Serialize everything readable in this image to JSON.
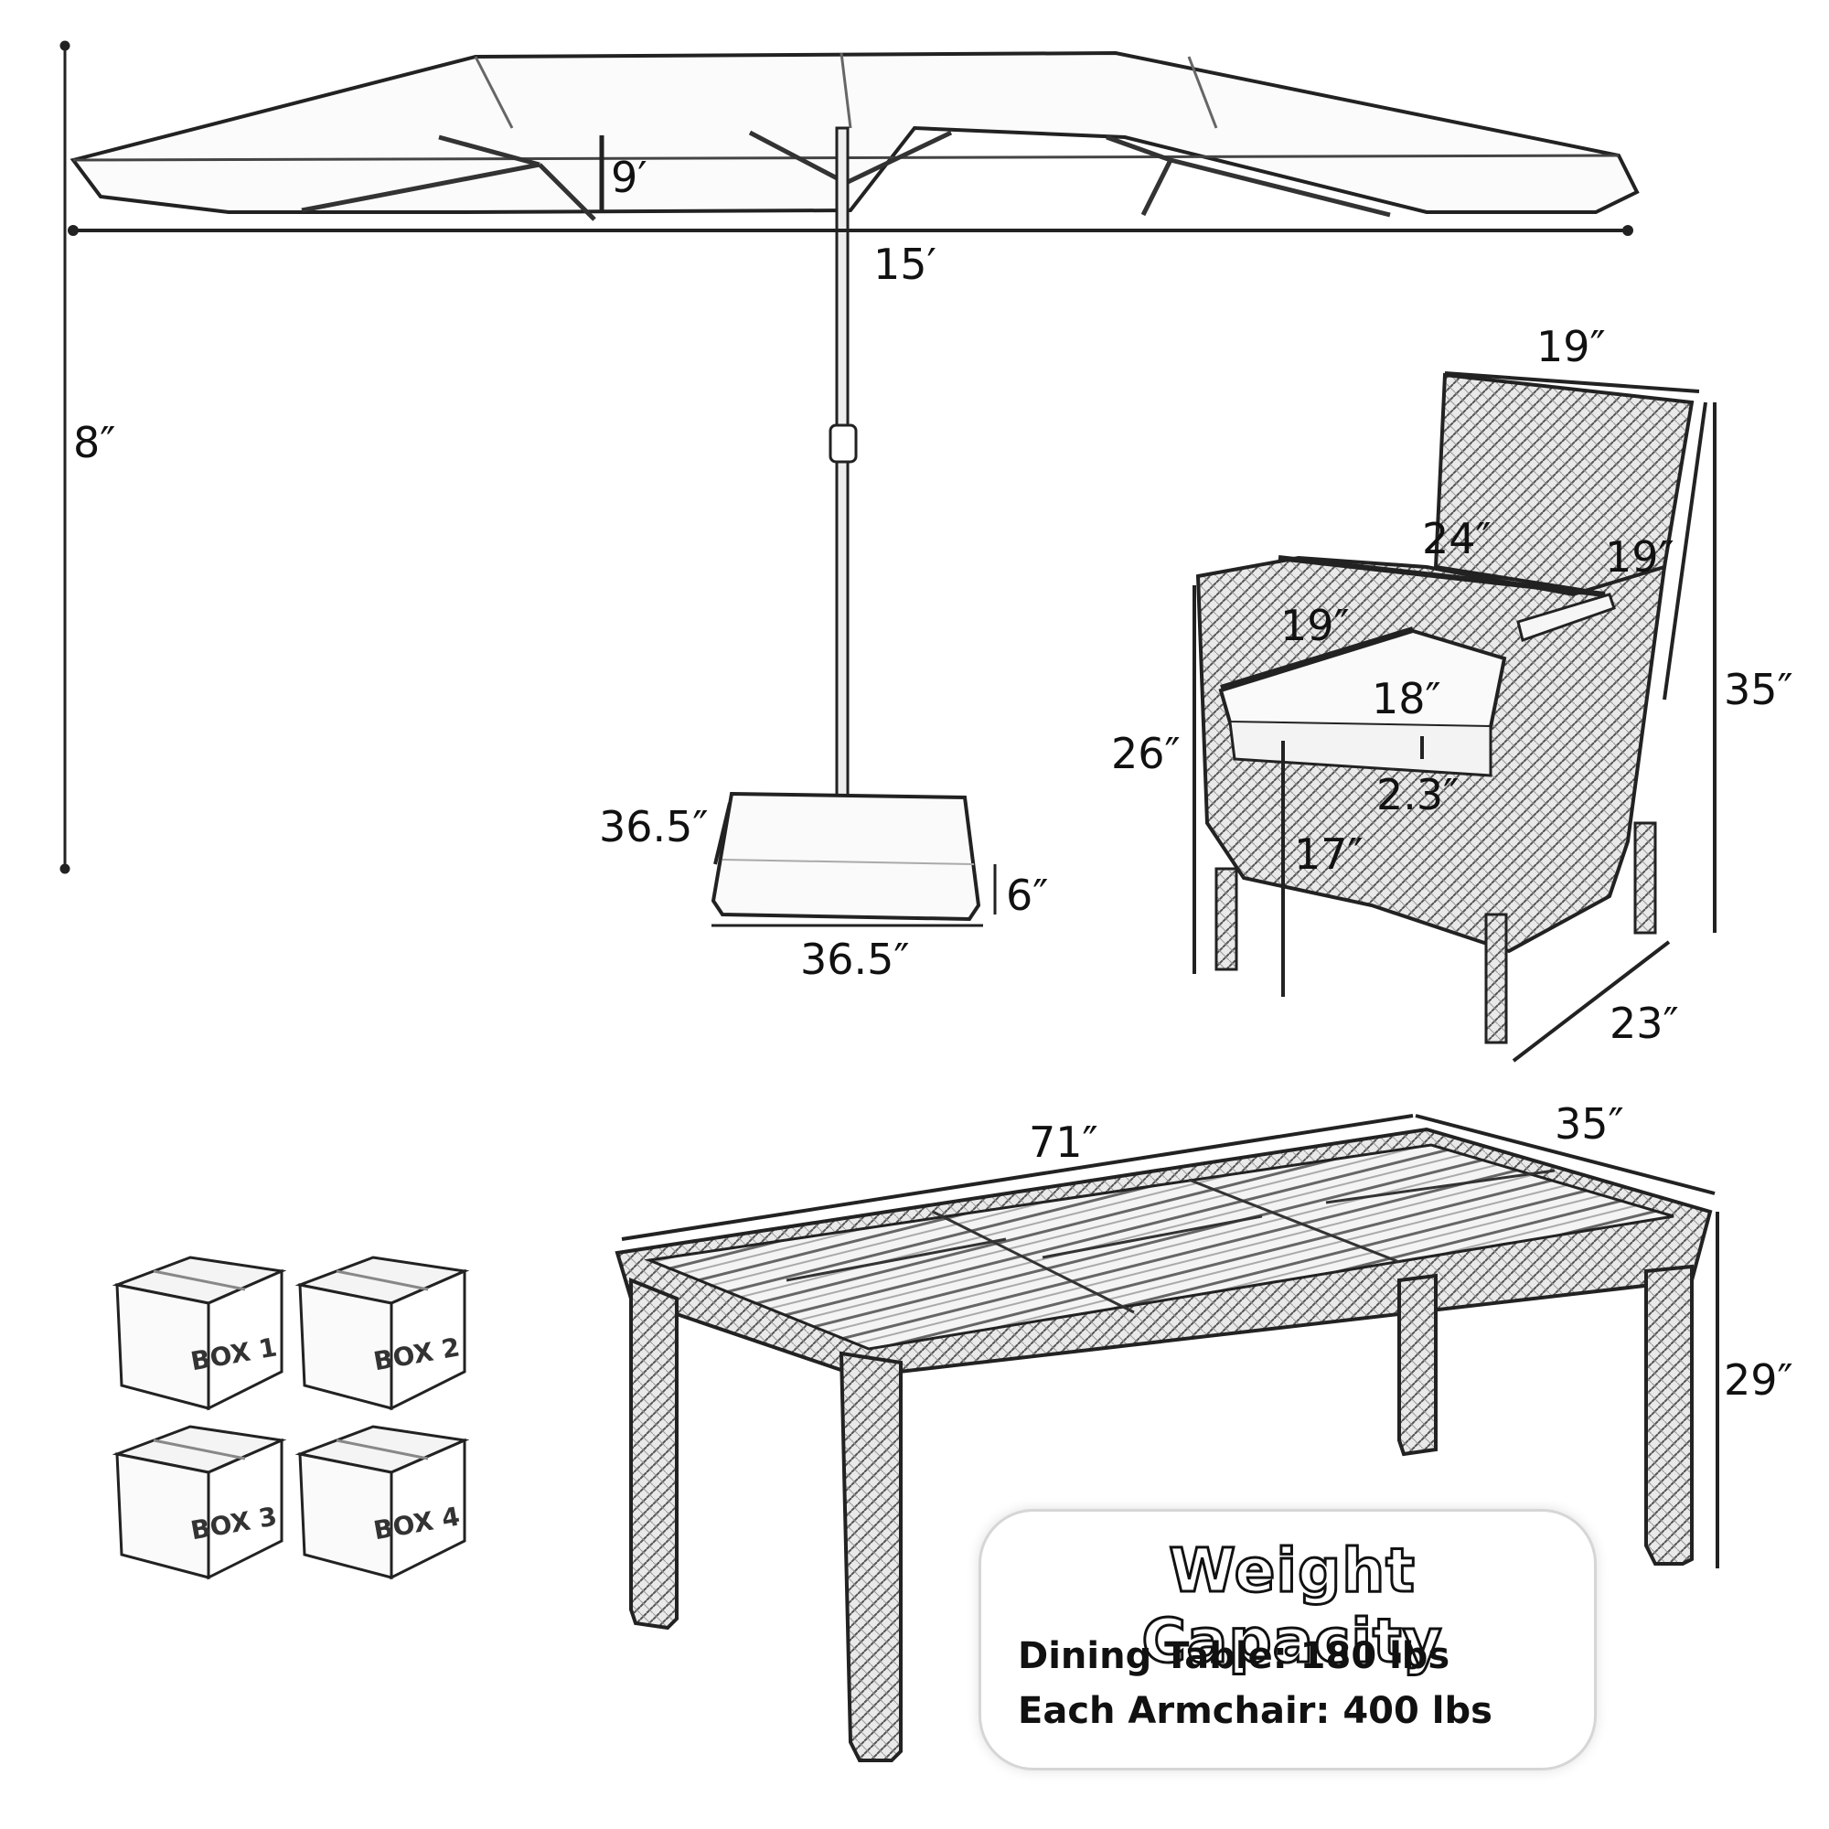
{
  "umbrella": {
    "height_label": "8″",
    "canopy_width_label": "15′",
    "canopy_drop_label": "9′"
  },
  "umbrella_base": {
    "depth_label": "36.5″",
    "width_label": "36.5″",
    "height_label": "6″"
  },
  "armchair": {
    "back_width_label": "19″",
    "overall_width_label": "24″",
    "arm_height_label": "19″",
    "seat_depth_label": "19″",
    "seat_width_label": "18″",
    "cushion_thickness_label": "2.3″",
    "seat_height_label": "17″",
    "arm_height_floor_label": "26″",
    "overall_height_label": "35″",
    "overall_depth_label": "23″"
  },
  "dining_table": {
    "length_label": "71″",
    "width_label": "35″",
    "height_label": "29″"
  },
  "boxes": [
    "BOX 1",
    "BOX 2",
    "BOX 3",
    "BOX 4"
  ],
  "weight_capacity": {
    "title": "Weight Capacity",
    "lines": [
      "Dining Table: 180 lbs",
      "Each Armchair: 400 lbs"
    ]
  }
}
